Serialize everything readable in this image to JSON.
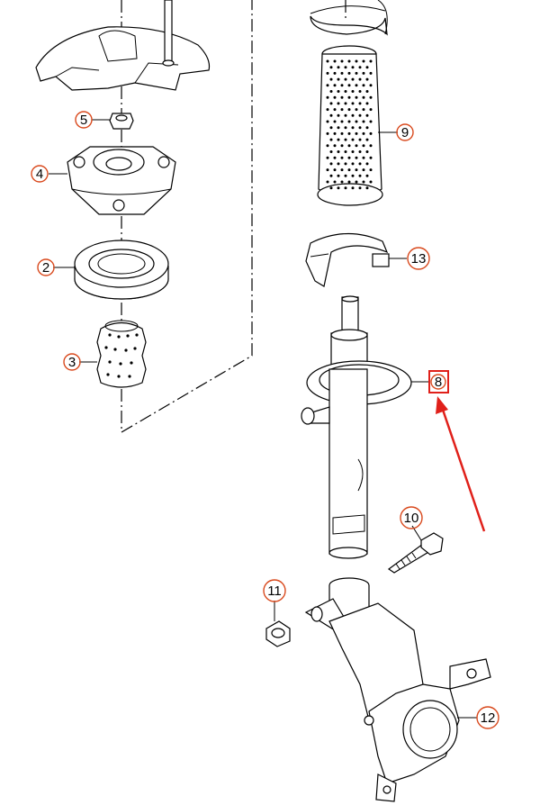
{
  "callouts": [
    {
      "id": "c2",
      "label": "2"
    },
    {
      "id": "c3",
      "label": "3"
    },
    {
      "id": "c4",
      "label": "4"
    },
    {
      "id": "c5",
      "label": "5"
    },
    {
      "id": "c8",
      "label": "8"
    },
    {
      "id": "c9",
      "label": "9"
    },
    {
      "id": "c10",
      "label": "10"
    },
    {
      "id": "c11",
      "label": "11"
    },
    {
      "id": "c12",
      "label": "12"
    },
    {
      "id": "c13",
      "label": "13"
    }
  ],
  "colors": {
    "callout_circle": "#d94a1e",
    "highlight_box": "#e0201a",
    "arrow": "#e0201a",
    "line": "#000000"
  }
}
